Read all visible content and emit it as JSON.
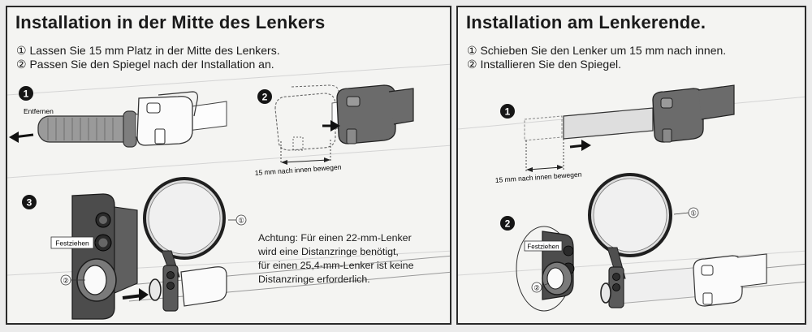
{
  "left": {
    "title": "Installation in der Mitte des Lenkers",
    "steps": [
      "① Lassen Sie 15 mm Platz in der Mitte des Lenkers.",
      "② Passen Sie den Spiegel nach der Installation an."
    ],
    "badges": [
      "1",
      "2",
      "3"
    ],
    "remove_label": "Entfernen",
    "measure_label": "15 mm nach innen bewegen",
    "tighten_label": "Festziehen",
    "callout_1": "①",
    "callout_2": "②",
    "note": [
      "Achtung: Für einen 22-mm-Lenker",
      "wird eine Distanzringe benötigt,",
      "für einen 25,4-mm-Lenker ist keine",
      "Distanzringe erforderlich."
    ]
  },
  "right": {
    "title": "Installation am Lenkerende.",
    "steps": [
      "① Schieben Sie den Lenker um 15 mm nach innen.",
      "② Installieren Sie den Spiegel."
    ],
    "badges": [
      "1",
      "2"
    ],
    "measure_label": "15 mm nach innen bewegen",
    "tighten_label": "Festziehen",
    "callout_1": "①",
    "callout_2": "②"
  }
}
